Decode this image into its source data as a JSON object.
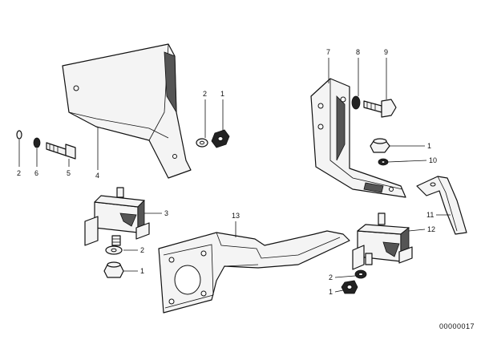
{
  "callouts": {
    "left_washer_a": "2",
    "left_washer_b": "6",
    "left_bolt": "5",
    "left_bracket": "4",
    "upper_washer": "2",
    "upper_nut": "1",
    "left_mount": "3",
    "left_lower_washer": "2",
    "left_lower_nut": "1",
    "crossmember": "13",
    "right_bracket": "7",
    "right_washer": "8",
    "right_bolt": "9",
    "right_nut": "1",
    "right_lockwasher": "10",
    "strap": "11",
    "right_mount": "12",
    "right_lower_washer": "2",
    "right_lower_nut": "1"
  },
  "diagram_id": "00000017"
}
